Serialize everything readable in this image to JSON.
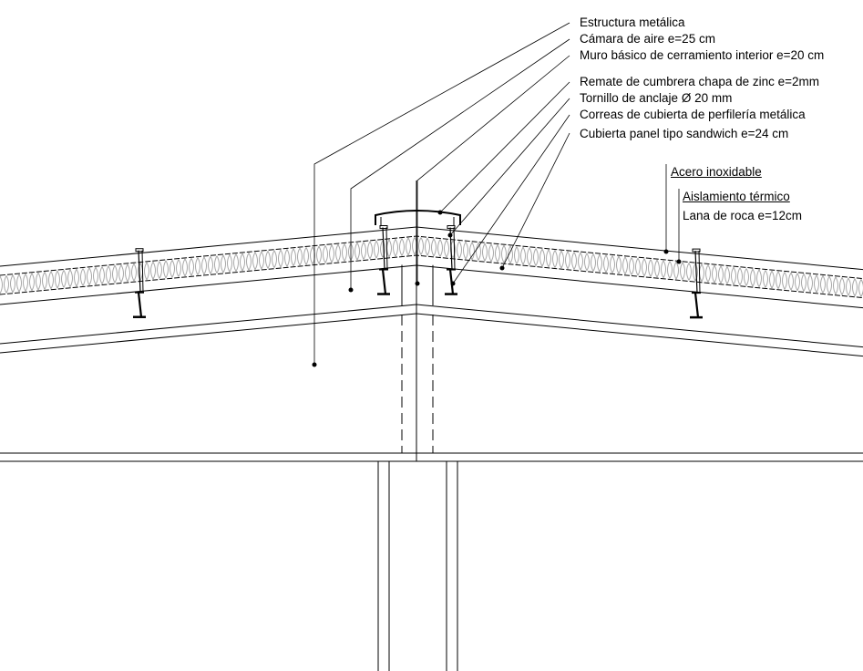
{
  "labels": [
    "Estructura metálica",
    "Cámara de aire e=25 cm",
    "Muro básico de cerramiento interior e=20 cm",
    "Remate de cumbrera chapa de zinc e=2mm",
    "Tornillo de anclaje Ø 20 mm",
    "Correas de cubierta de perfilería metálica",
    "Cubierta panel tipo sandwich e=24 cm"
  ],
  "material_tags": {
    "steel": "Acero inoxidable",
    "insulation_title": "Aislamiento térmico",
    "insulation_spec": "Lana de roca e=12cm"
  },
  "colors": {
    "line": "#000000",
    "insulation": "#a8a8a8"
  }
}
